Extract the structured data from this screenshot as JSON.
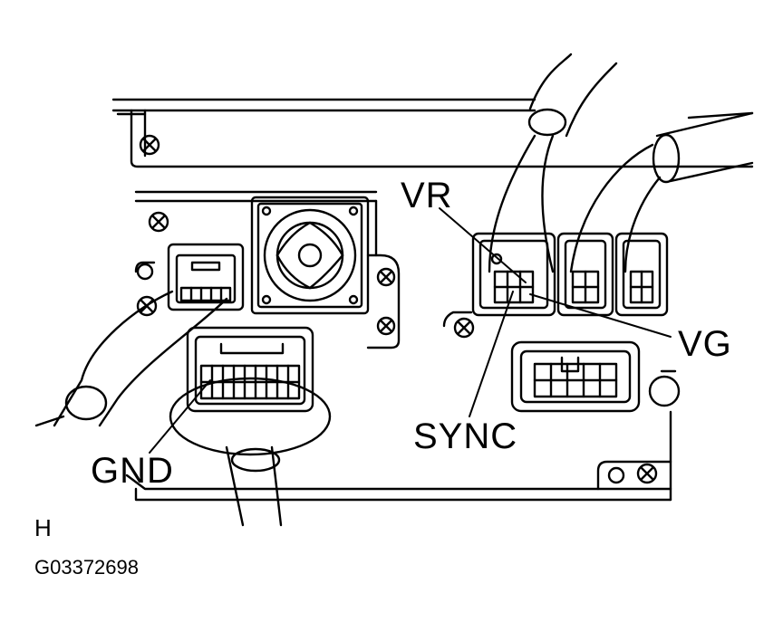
{
  "labels": {
    "vr": "VR",
    "vg": "VG",
    "sync": "SYNC",
    "gnd": "GND",
    "section": "H",
    "figure_id": "G03372698"
  }
}
